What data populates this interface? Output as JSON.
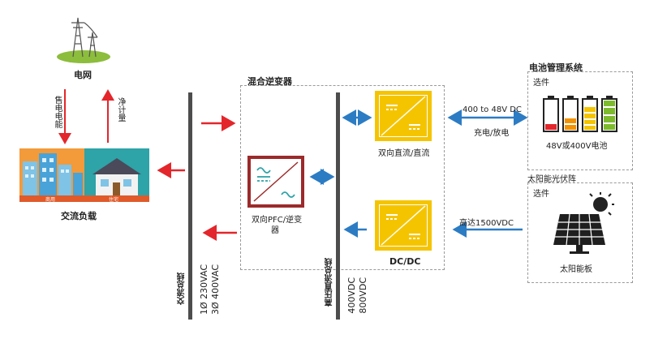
{
  "labels": {
    "grid": "电网",
    "buy_power": "售电电能",
    "sell_power": "净计量",
    "ac_load": "交流负载",
    "commercial": "商用",
    "residential": "住宅",
    "hybrid_inverter": "混合逆变器",
    "bidir_pfc_line1": "双向PFC/逆变",
    "bidir_pfc_line2": "器",
    "bidir_dcdc": "双向直流/直流",
    "dcdc": "DC/DC",
    "ac_bus": "交流总线",
    "ac_voltage_1": "1Ø 230VAC",
    "ac_voltage_2": "3Ø 400VAC",
    "dc_bus": "高压直流总线",
    "dc_voltage_1": "400VDC",
    "dc_voltage_2": "800VDC",
    "bms_title": "电池管理系统",
    "optional_1": "选件",
    "battery_voltage": "48V或400V电池",
    "volt_range": "400 to 48V DC",
    "charge_discharge": "充电/放电",
    "solar_title": "太阳能光伏阵",
    "optional_2": "选件",
    "solar_panel": "太阳能板",
    "high_voltage": "高达1500VDC"
  },
  "colors": {
    "red_arrow": "#e3262b",
    "blue_arrow": "#2c7cc4",
    "yellow": "#f5c400",
    "pfc_red": "#9c2a2a",
    "bus": "#4d4d4d",
    "battery_red": "#e3262b",
    "battery_orange": "#f39200",
    "battery_yellow": "#f5c400",
    "battery_green": "#7dbb2c"
  },
  "icons": [
    "power-tower-icon",
    "building-icon",
    "house-icon",
    "battery-icon",
    "solar-panel-icon",
    "sun-icon",
    "converter-symbol-icon",
    "ac-dc-symbol-icon"
  ]
}
